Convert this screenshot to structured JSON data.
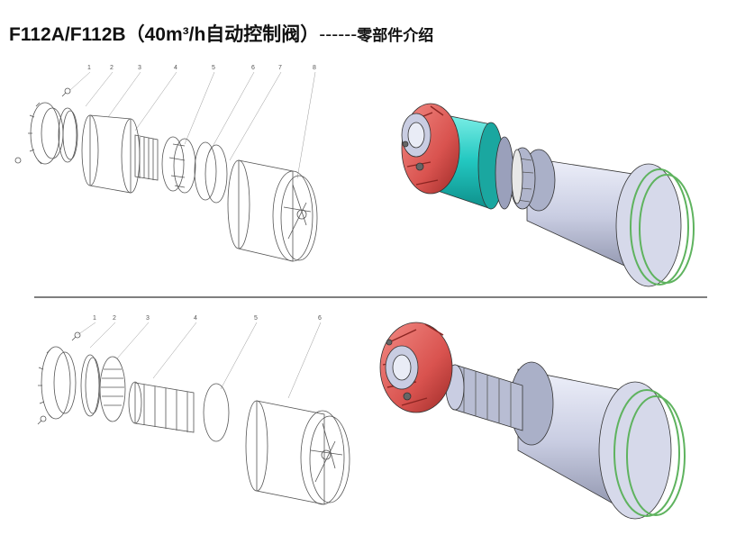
{
  "header": {
    "model": "F112A/F112B",
    "spec": "（40m³/h自动控制阀）",
    "dashes": "------",
    "subtitle": "零部件介绍"
  },
  "top_panel": {
    "callouts": [
      "1",
      "2",
      "3",
      "4",
      "5",
      "6",
      "7",
      "8"
    ]
  },
  "bottom_panel": {
    "callouts": [
      "1",
      "2",
      "3",
      "4",
      "5",
      "6"
    ]
  },
  "colors": {
    "cap_red": "#d9534f",
    "body_cyan": "#22c7c0",
    "body_gray": "#c9cde2",
    "seal_green": "#5fb35f",
    "divider": "#555555"
  }
}
